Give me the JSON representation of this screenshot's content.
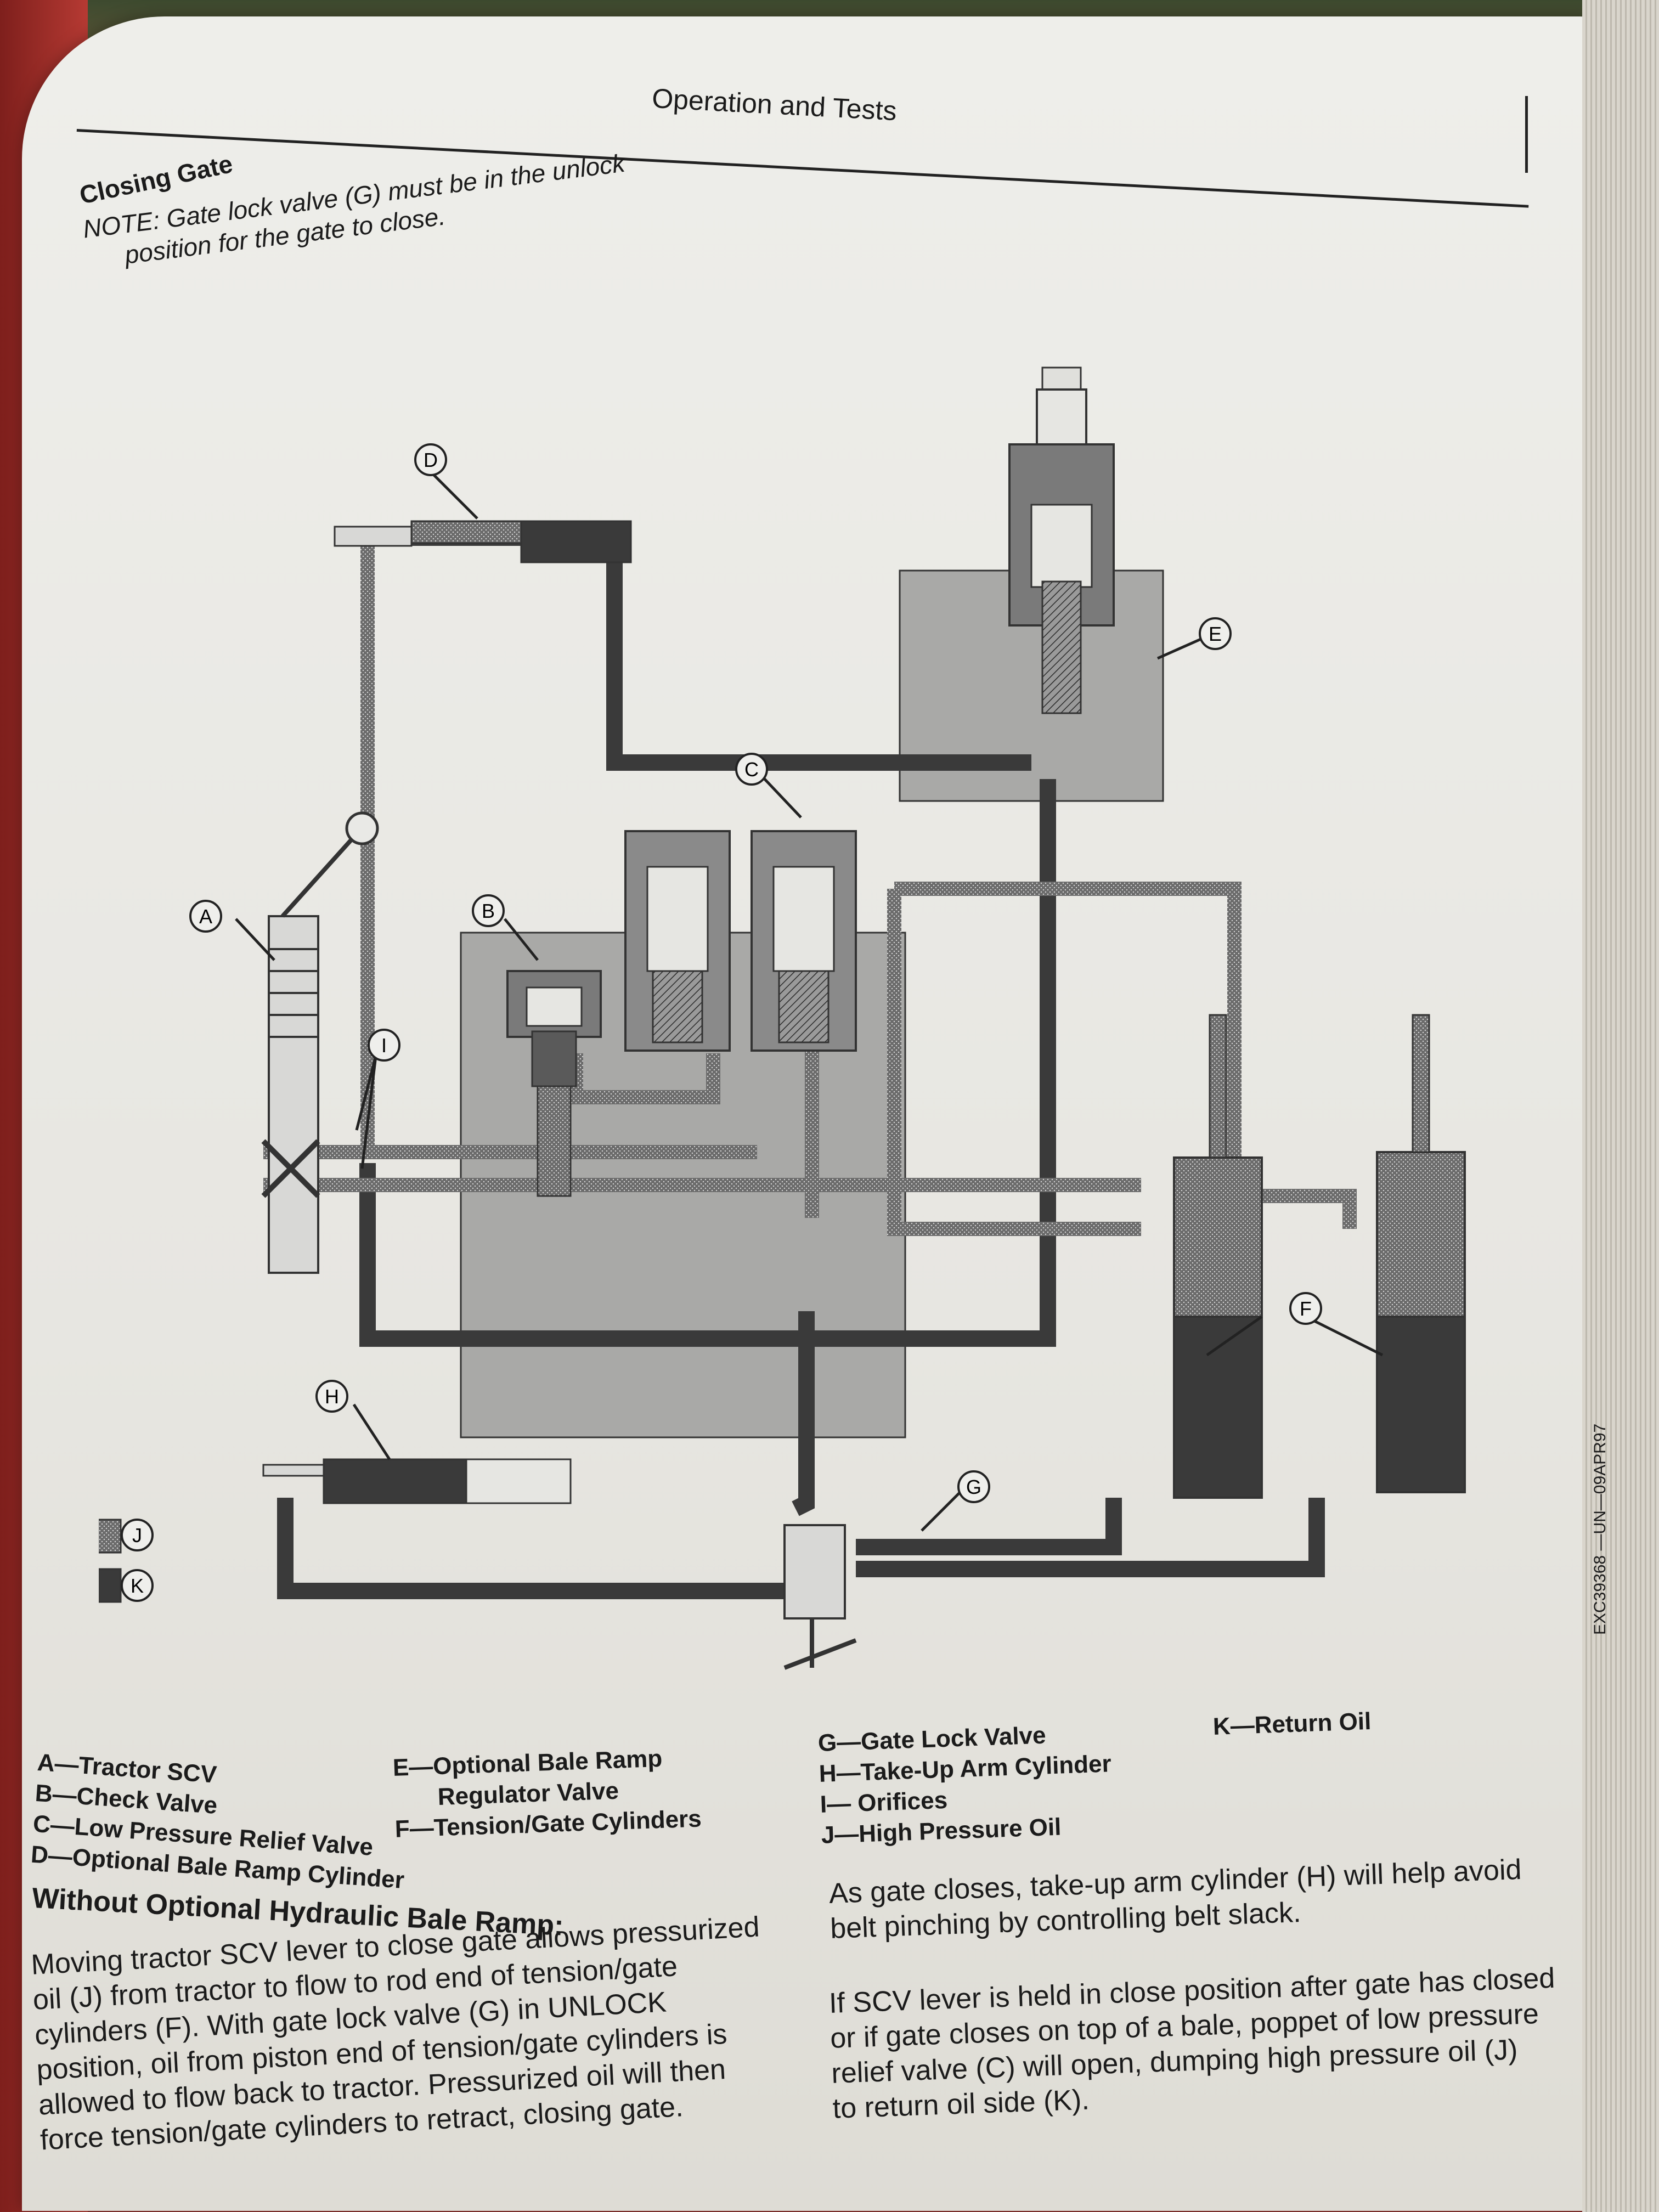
{
  "header": {
    "title": "Operation and Tests"
  },
  "section": {
    "title": "Closing Gate",
    "note_lines": [
      "NOTE: Gate lock valve (G) must be in the unlock",
      "position for the gate to close."
    ]
  },
  "diagram": {
    "callouts": {
      "A": "A",
      "B": "B",
      "C": "C",
      "D": "D",
      "E": "E",
      "F": "F",
      "G": "G",
      "H": "H",
      "I": "I",
      "J": "J",
      "K": "K"
    },
    "figure_code": "EXC39368 —UN—09APR97"
  },
  "legend": {
    "col1": [
      "A—Tractor SCV",
      "B—Check Valve",
      "C—Low Pressure Relief Valve",
      "D—Optional Bale Ramp Cylinder"
    ],
    "col2": [
      "E—Optional Bale Ramp",
      "Regulator Valve",
      "F—Tension/Gate Cylinders"
    ],
    "col3": [
      "G—Gate Lock Valve",
      "H—Take-Up Arm Cylinder",
      "I— Orifices",
      "J—High Pressure Oil"
    ],
    "col4": [
      "K—Return Oil"
    ]
  },
  "body": {
    "heading": "Without Optional Hydraulic Bale Ramp:",
    "left_lines": [
      "Moving tractor SCV lever to close gate allows pressurized",
      "oil (J) from tractor to flow to rod end of tension/gate",
      "cylinders (F). With gate lock valve (G) in UNLOCK",
      "position, oil from piston end of tension/gate cylinders is",
      "allowed to flow back to tractor. Pressurized oil will then",
      "force tension/gate cylinders to retract, closing gate."
    ],
    "right_para1": [
      "As gate closes, take-up arm cylinder (H) will help avoid",
      "belt pinching by controlling belt slack."
    ],
    "right_para2": [
      "If SCV lever is held in close position after gate has closed",
      "or if gate closes on top of a bale, poppet of low pressure",
      "relief valve (C) will open, dumping high pressure oil (J)",
      "to return oil side (K)."
    ]
  }
}
